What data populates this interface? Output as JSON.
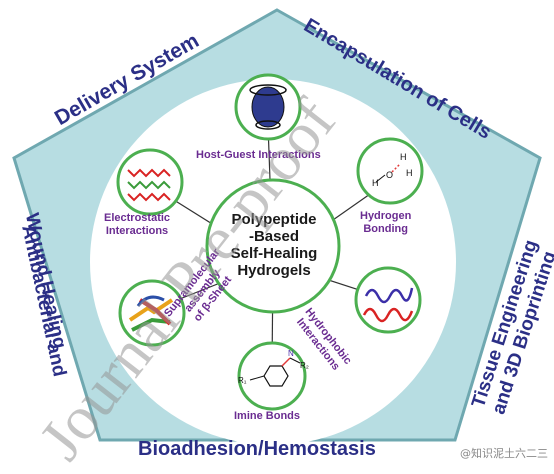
{
  "center": {
    "line1": "Polypeptide",
    "line2": "-Based",
    "line3": "Self-Healing",
    "line4": "Hydrogels"
  },
  "applications": {
    "top_left": "Delivery System",
    "top_right": "Encapsulation of Cells",
    "left_line1": "Antibacterial and",
    "left_line2": "Wound Healing",
    "right_line1": "Tissue Engineering",
    "right_line2": "and 3D Bioprinting",
    "bottom": "Bioadhesion/Hemostasis"
  },
  "interactions": {
    "host_guest": "Host-Guest Interactions",
    "hydrogen_line1": "Hydrogen",
    "hydrogen_line2": "Bonding",
    "hydrophobic_line1": "Hydrophobic",
    "hydrophobic_line2": "Interactions",
    "imine": "Imine Bonds",
    "supra_line1": "Supramolecular",
    "supra_line2": "assembly",
    "supra_line3": "of β-Sheet",
    "electro_line1": "Electrostatic",
    "electro_line2": "Interactions"
  },
  "chem_labels": {
    "r1": "R₁",
    "r2": "R₂",
    "n": "N",
    "h": "H",
    "o": "O"
  },
  "watermark": "Journal Pre-proof",
  "corner_mark": "@知识泥土六二三",
  "colors": {
    "pentagon_outer": "#6fa8b0",
    "pentagon_fill": "#b7dde2",
    "inner_circle": "#ffffff",
    "node_ring": "#4caf50",
    "edge_text": "#2b2f86",
    "node_text": "#6a2c91"
  }
}
